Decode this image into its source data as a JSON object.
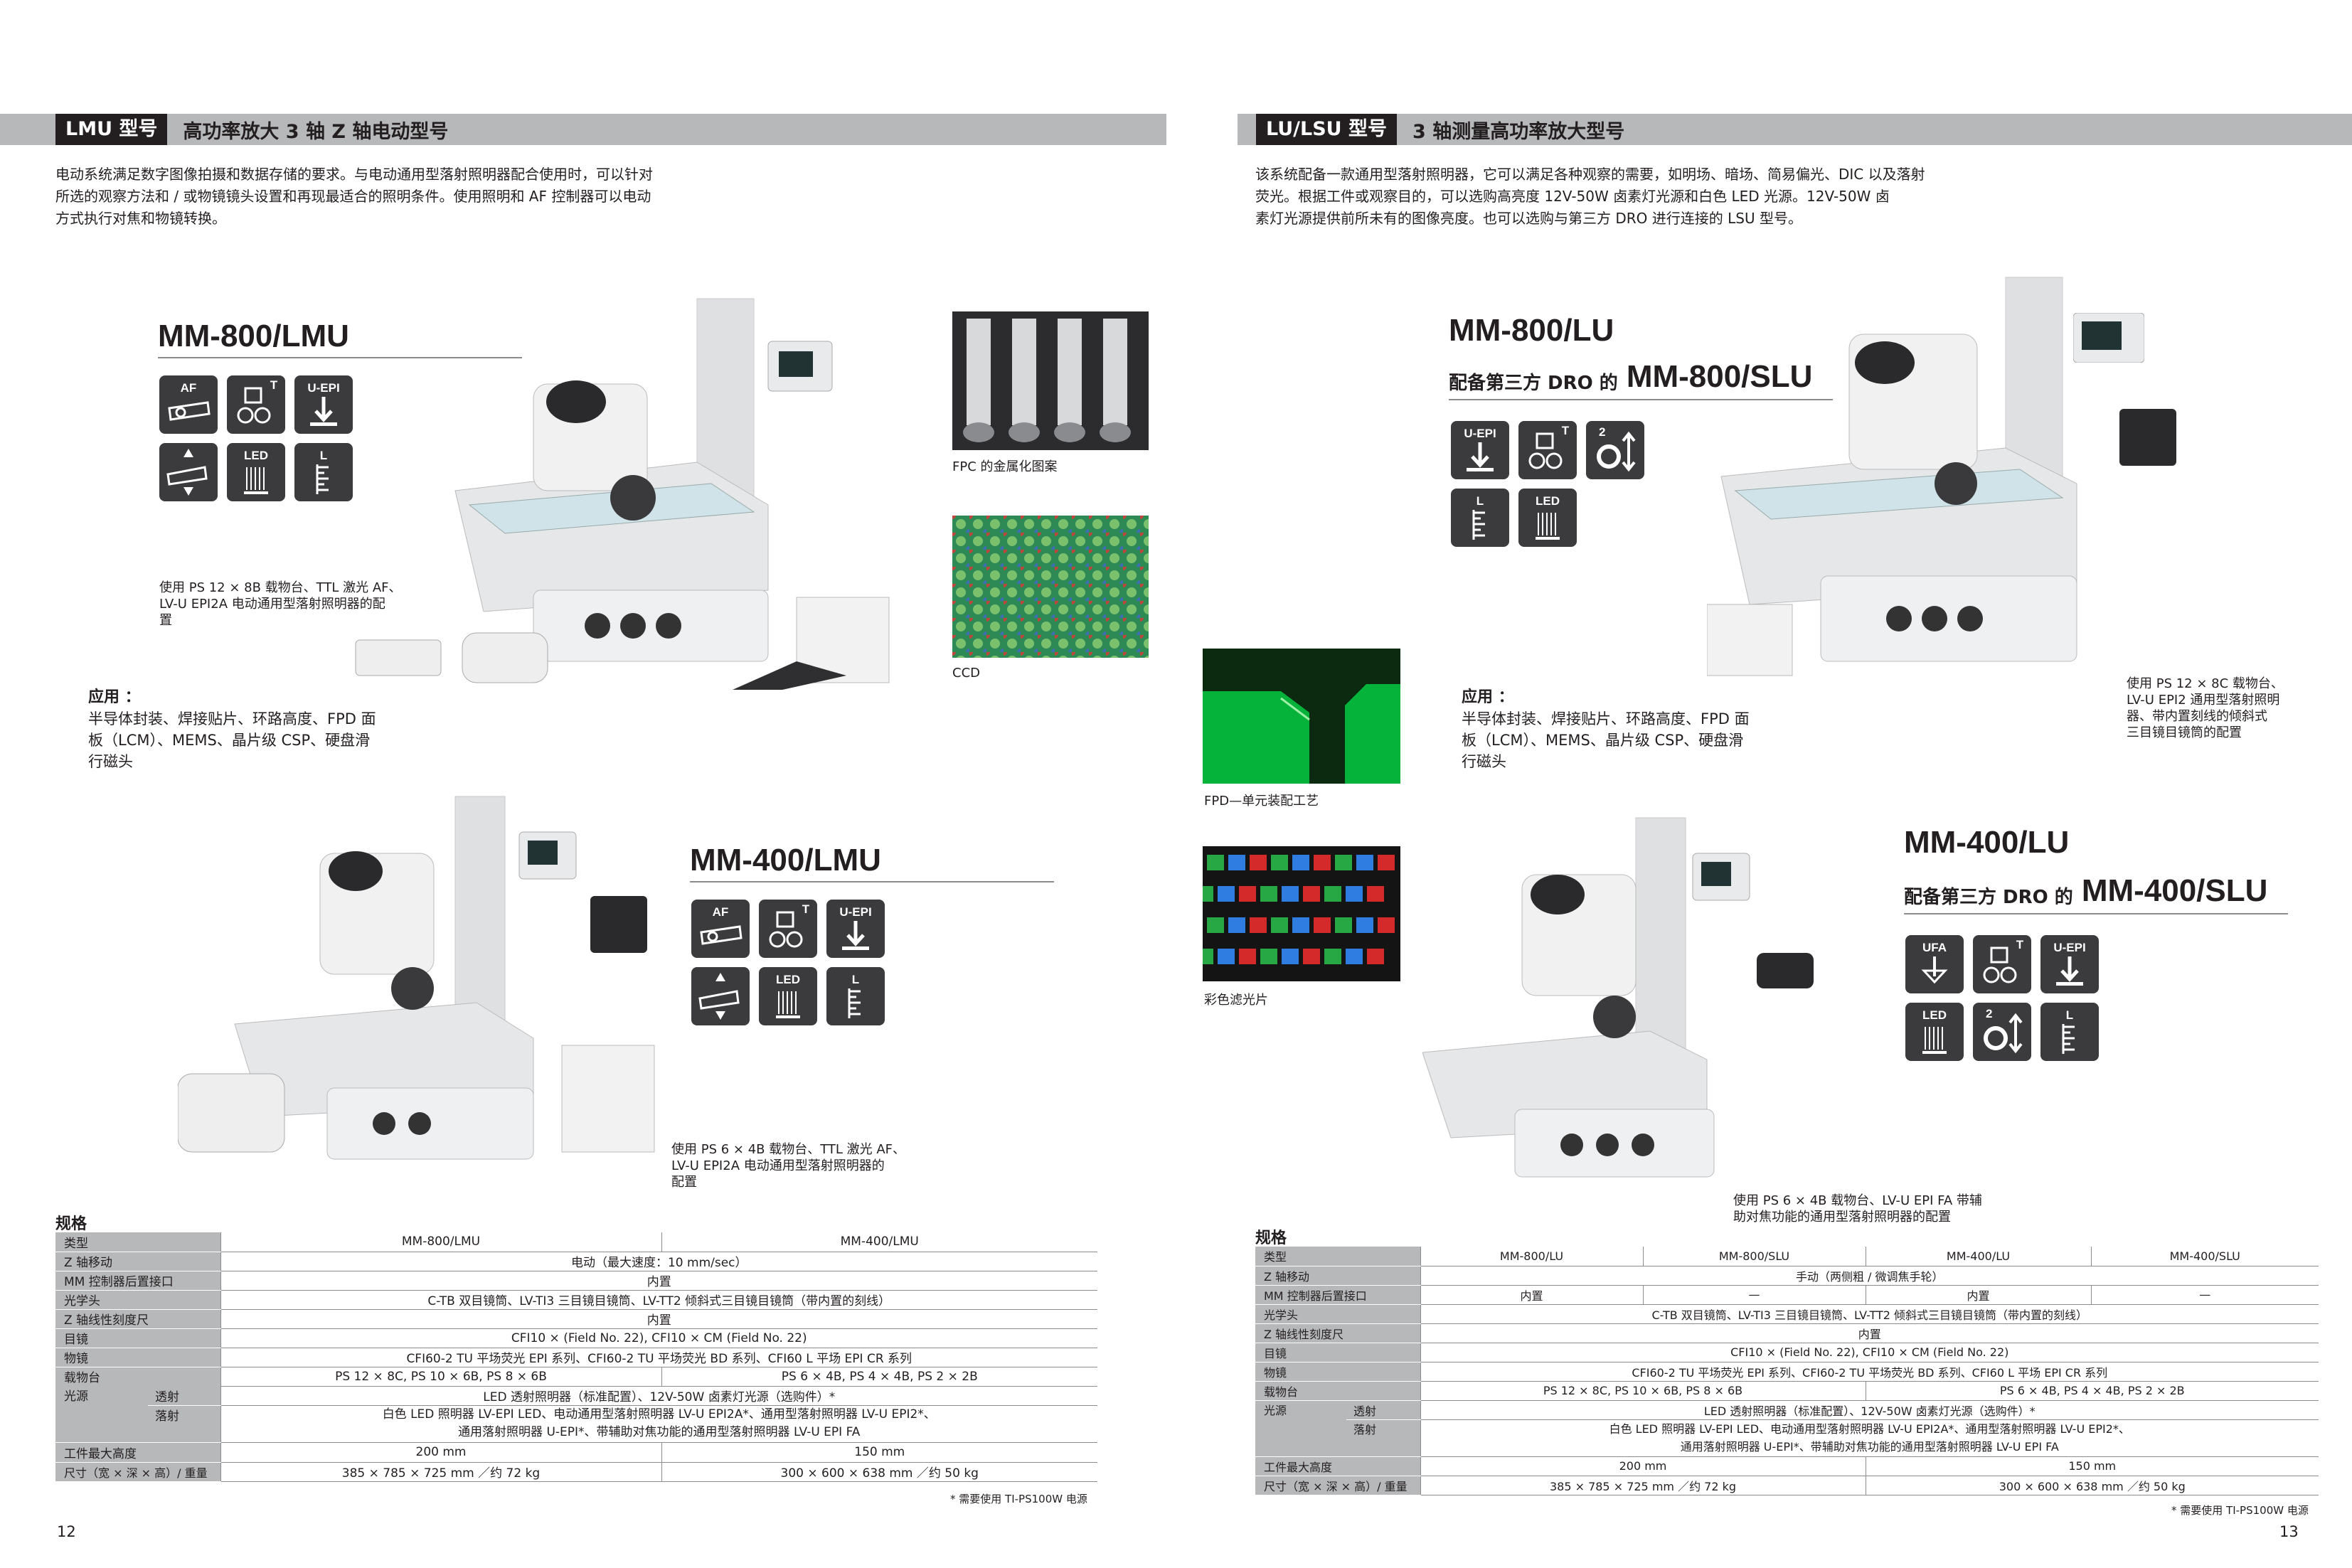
{
  "left": {
    "header": {
      "tag": "LMU 型号",
      "title": "高功率放大 3 轴 Z 轴电动型号"
    },
    "intro": [
      "电动系统满足数字图像拍摄和数据存储的要求。与电动通用型落射照明器配合使用时，可以针对",
      "所选的观察方法和 / 或物镜镜头设置和再现最适合的照明条件。使用照明和 AF 控制器可以电动",
      "方式执行对焦和物镜转换。"
    ],
    "mm800": {
      "title": "MM-800/LMU",
      "icons": [
        "AF",
        "T",
        "U-EPI",
        "",
        "LED",
        "L"
      ],
      "caption": [
        "使用 PS 12 × 8B 载物台、TTL 激光 AF、",
        "LV-U EPI2A 电动通用型落射照明器的配",
        "置"
      ]
    },
    "app": {
      "label": "应用 ：",
      "lines": [
        "半导体封装、焊接贴片、环路高度、FPD 面",
        "板（LCM）、MEMS、晶片级 CSP、硬盘滑",
        "行磁头"
      ]
    },
    "mm400": {
      "title": "MM-400/LMU",
      "icons": [
        "AF",
        "T",
        "U-EPI",
        "",
        "LED",
        "L"
      ],
      "caption": [
        "使用 PS 6 × 4B 载物台、TTL 激光 AF、",
        "LV-U EPI2A 电动通用型落射照明器的",
        "配置"
      ]
    },
    "spec": {
      "title": "规格",
      "rows": [
        {
          "k": "类型",
          "v": [
            "MM-800/LMU",
            "MM-400/LMU"
          ]
        },
        {
          "k": "Z 轴移动",
          "v": [
            "电动（最大速度：10 mm/sec）"
          ]
        },
        {
          "k": "MM 控制器后置接口",
          "v": [
            "内置"
          ]
        },
        {
          "k": "光学头",
          "v": [
            "C-TB 双目镜筒、LV-TI3 三目镜目镜筒、LV-TT2 倾斜式三目镜目镜筒（带内置的刻线）"
          ]
        },
        {
          "k": "Z 轴线性刻度尺",
          "v": [
            "内置"
          ]
        },
        {
          "k": "目镜",
          "v": [
            "CFI10 × (Field No. 22), CFI10 × CM (Field No. 22)"
          ]
        },
        {
          "k": "物镜",
          "v": [
            "CFI60-2 TU 平场荧光 EPI 系列、CFI60-2 TU 平场荧光 BD 系列、CFI60 L 平场 EPI CR 系列"
          ]
        },
        {
          "k": "载物台",
          "v": [
            "PS 12 × 8C, PS 10 × 6B, PS 8 × 6B",
            "PS 6 × 4B, PS 4 × 4B, PS 2 × 2B"
          ]
        }
      ],
      "light": {
        "k": "光源",
        "sub1": "透射",
        "v1": "LED 透射照明器（标准配置）、12V-50W 卤素灯光源（选购件）*",
        "sub2": "落射",
        "v2a": "白色 LED 照明器 LV-EPI LED、电动通用型落射照明器 LV-U EPI2A*、通用型落射照明器 LV-U EPI2*、",
        "v2b": "通用落射照明器 U-EPI*、带辅助对焦功能的通用型落射照明器 LV-U EPI FA"
      },
      "rows2": [
        {
          "k": "工件最大高度",
          "v": [
            "200 mm",
            "150 mm"
          ]
        },
        {
          "k": "尺寸（宽 × 深 × 高）/ 重量",
          "v": [
            "385 × 785 × 725 mm ／约 72 kg",
            "300 × 600 × 638 mm ／约 50 kg"
          ]
        }
      ],
      "note": "* 需要使用 TI-PS100W 电源"
    },
    "page": "12"
  },
  "middle": {
    "fpc": "FPC 的金属化图案",
    "ccd": "CCD",
    "fpd": "FPD—单元装配工艺",
    "filter": "彩色滤光片"
  },
  "right": {
    "header": {
      "tag": "LU/LSU 型号",
      "title": "3 轴测量高功率放大型号"
    },
    "intro": [
      "该系统配备一款通用型落射照明器，它可以满足各种观察的需要，如明场、暗场、简易偏光、DIC 以及落射",
      "荧光。根据工件或观察目的，可以选购高亮度 12V-50W 卤素灯光源和白色 LED 光源。12V-50W 卤",
      "素灯光源提供前所未有的图像亮度。也可以选购与第三方 DRO 进行连接的 LSU 型号。"
    ],
    "mm800": {
      "title": "MM-800/LU",
      "subpre": "配备第三方 DRO 的",
      "subbig": "MM-800/SLU",
      "icons": [
        "U-EPI",
        "T",
        "2",
        "L",
        "LED"
      ],
      "caption": [
        "使用 PS 12 × 8C 载物台、",
        "LV-U EPI2 通用型落射照明",
        "器、带内置刻线的倾斜式",
        "三目镜目镜筒的配置"
      ]
    },
    "app": {
      "label": "应用 ：",
      "lines": [
        "半导体封装、焊接贴片、环路高度、FPD 面",
        "板（LCM）、MEMS、晶片级 CSP、硬盘滑",
        "行磁头"
      ]
    },
    "mm400": {
      "title": "MM-400/LU",
      "subpre": "配备第三方 DRO 的",
      "subbig": "MM-400/SLU",
      "icons": [
        "UFA",
        "T",
        "U-EPI",
        "LED",
        "2",
        "L"
      ],
      "caption": [
        "使用 PS 6 × 4B 载物台、LV-U EPI FA 带辅",
        "助对焦功能的通用型落射照明器的配置"
      ]
    },
    "spec": {
      "title": "规格",
      "head": [
        "MM-800/LU",
        "MM-800/SLU",
        "MM-400/LU",
        "MM-400/SLU"
      ],
      "zmove": "手动（两侧粗 / 微调焦手轮）",
      "mmctl": [
        "内置",
        "—",
        "内置",
        "—"
      ],
      "optics": "C-TB 双目镜筒、LV-TI3 三目镜目镜筒、LV-TT2 倾斜式三目镜目镜筒（带内置的刻线）",
      "zscale": "内置",
      "eyepiece": "CFI10 × (Field No. 22), CFI10 × CM (Field No. 22)",
      "objective": "CFI60-2 TU 平场荧光 EPI 系列、CFI60-2 TU 平场荧光 BD 系列、CFI60 L 平场 EPI CR 系列",
      "stage": [
        "PS 12 × 8C, PS 10 × 6B, PS 8 × 6B",
        "PS 6 × 4B, PS 4 × 4B, PS 2 × 2B"
      ],
      "keys": [
        "类型",
        "Z 轴移动",
        "MM 控制器后置接口",
        "光学头",
        "Z 轴线性刻度尺",
        "目镜",
        "物镜",
        "载物台",
        "光源",
        "透射",
        "落射",
        "工件最大高度",
        "尺寸（宽 × 深 × 高）/ 重量"
      ],
      "light1": "LED 透射照明器（标准配置）、12V-50W 卤素灯光源（选购件）*",
      "light2a": "白色 LED 照明器 LV-EPI LED、电动通用型落射照明器 LV-U EPI2A*、通用型落射照明器 LV-U EPI2*、",
      "light2b": "通用落射照明器 U-EPI*、带辅助对焦功能的通用型落射照明器 LV-U EPI FA",
      "height": [
        "200 mm",
        "150 mm"
      ],
      "dims": [
        "385 × 785 × 725 mm ／约 72 kg",
        "300 × 600 × 638 mm ／约 50 kg"
      ],
      "note": "* 需要使用 TI-PS100W 电源"
    },
    "page": "13"
  },
  "colors": {
    "header_gray": "#b7b8ba",
    "icon_dark": "#3b3a3c",
    "text": "#231f20"
  }
}
